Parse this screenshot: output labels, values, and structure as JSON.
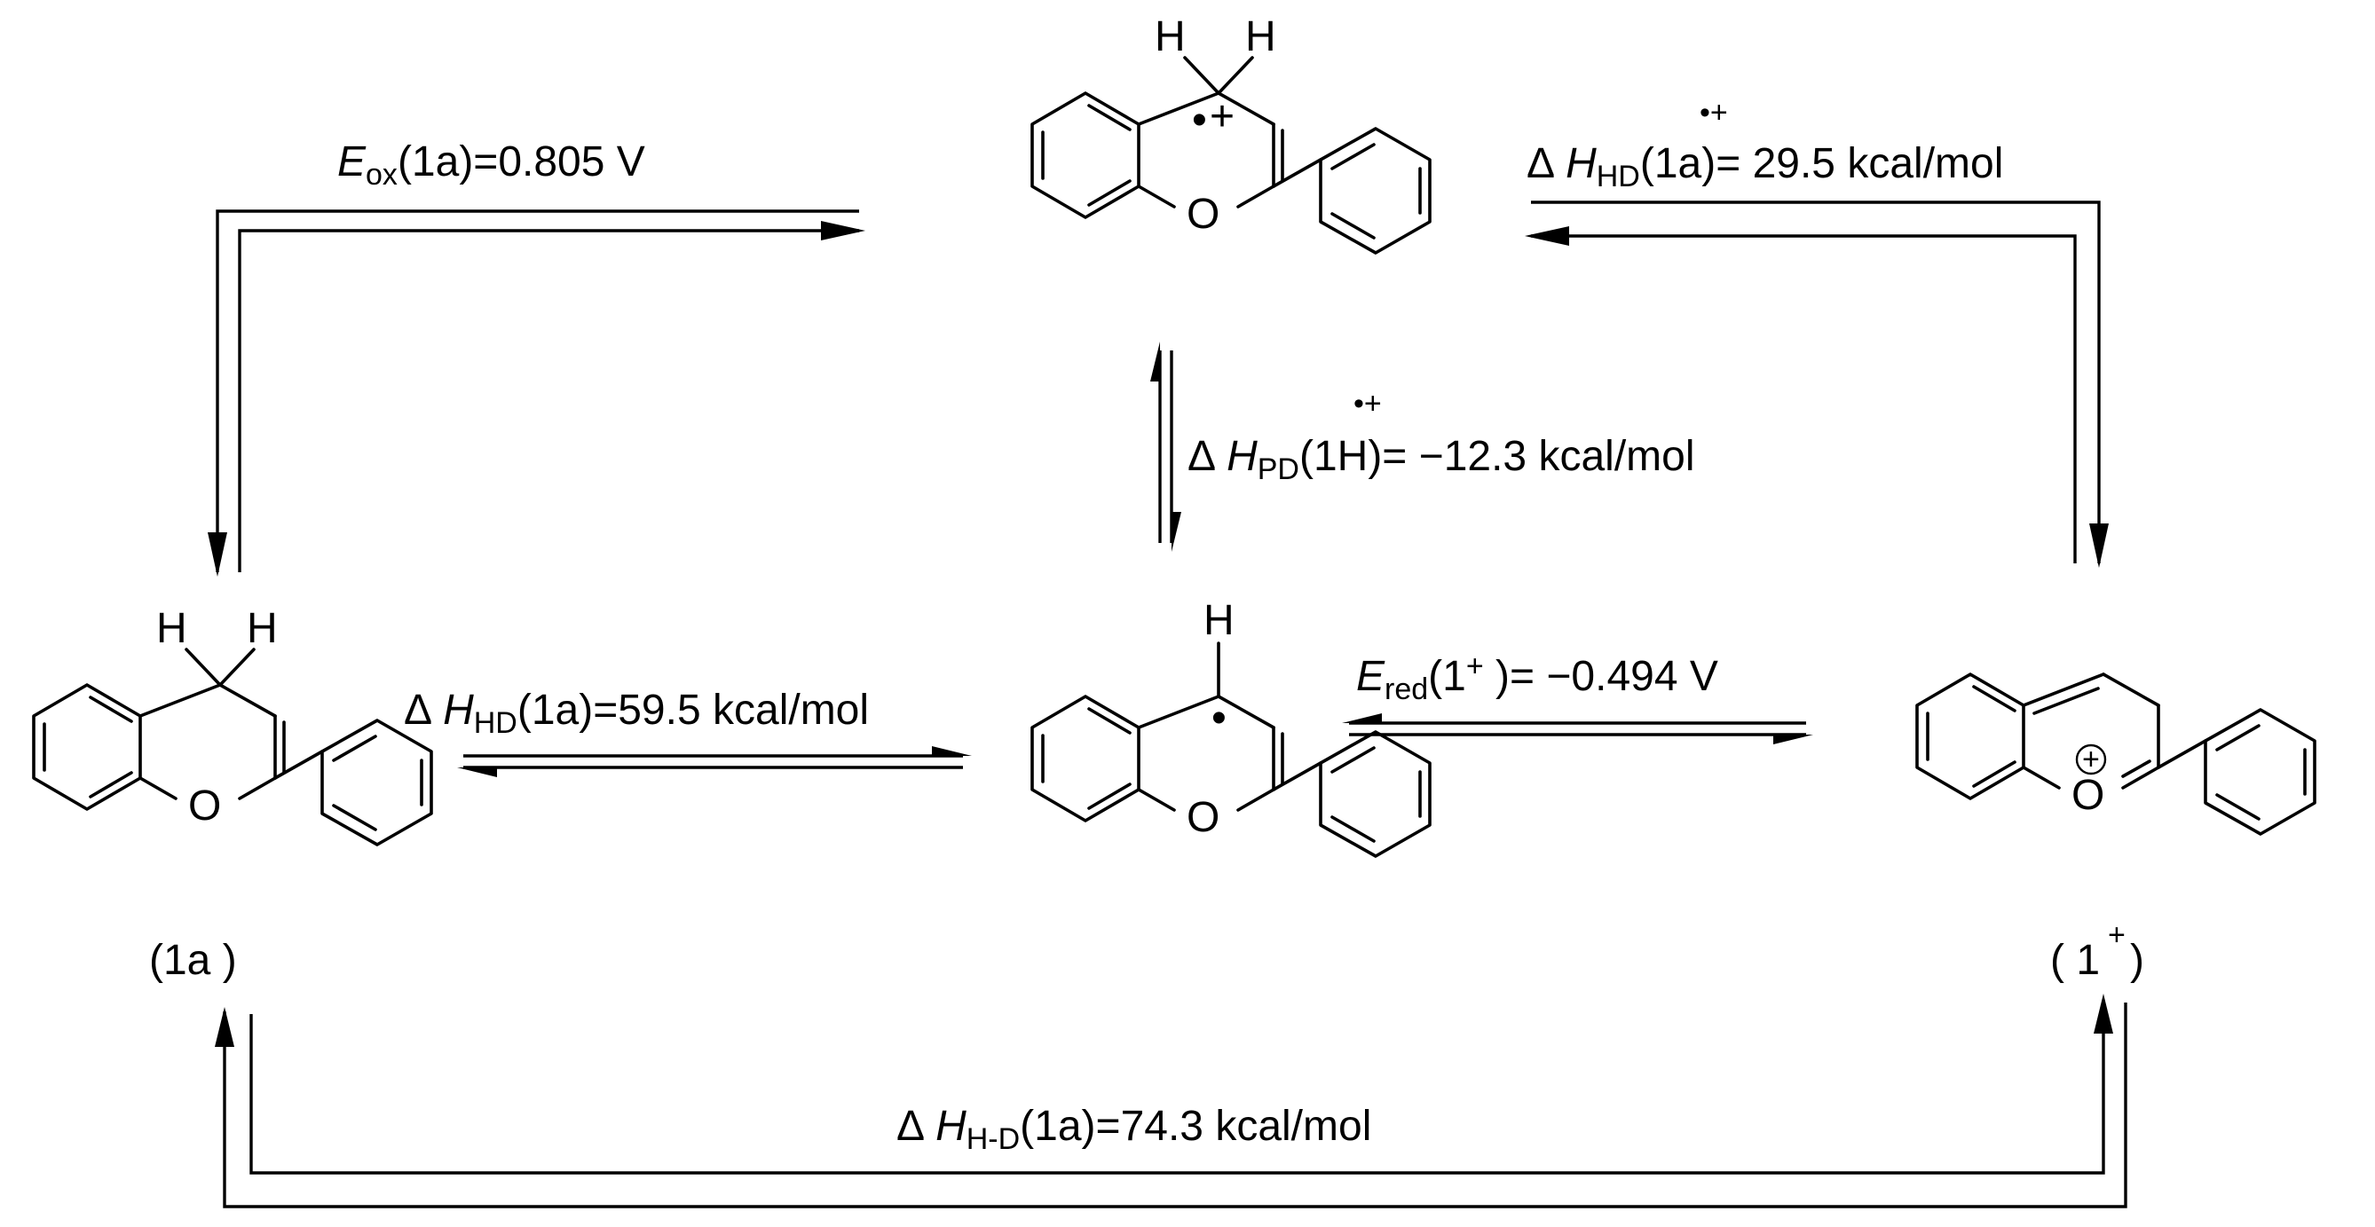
{
  "colors": {
    "ink": "#000000",
    "background": "#ffffff"
  },
  "molecules": {
    "substrate": {
      "label": "(1a )",
      "h_left": "H",
      "h_right": "H",
      "ring_o": "O"
    },
    "radical_cation": {
      "h_left": "H",
      "h_right": "H",
      "radical_dot": "•",
      "charge": "+",
      "ring_o": "O"
    },
    "radical": {
      "h": "H",
      "radical_dot": "•",
      "ring_o": "O"
    },
    "cation": {
      "label_open": "( 1",
      "label_sup": "+",
      "label_close": ")",
      "ring_o": "O",
      "charge": "+"
    }
  },
  "labels": {
    "eox": {
      "sym": "E",
      "sub": "ox",
      "rest": "(1a)=0.805 V"
    },
    "hd_cation": {
      "delta": "Δ",
      "sym": "H",
      "sub": "HD",
      "species": "(1a)",
      "sup": "•+",
      "rest": "= 29.5 kcal/mol"
    },
    "pd": {
      "delta": "Δ",
      "sym": "H",
      "sub": "PD",
      "species": "(1H)",
      "sup": "•+",
      "rest": "= −12.3 kcal/mol"
    },
    "hd_neutral": {
      "delta": "Δ",
      "sym": "H",
      "sub": "HD",
      "rest": "(1a)=59.5 kcal/mol"
    },
    "ered": {
      "sym": "E",
      "sub": "red",
      "mid": "(1",
      "sup": "+",
      "rest": " )= −0.494 V"
    },
    "hminus": {
      "delta": "Δ",
      "sym": "H",
      "sub": "H-D",
      "rest": "(1a)=74.3 kcal/mol"
    }
  }
}
